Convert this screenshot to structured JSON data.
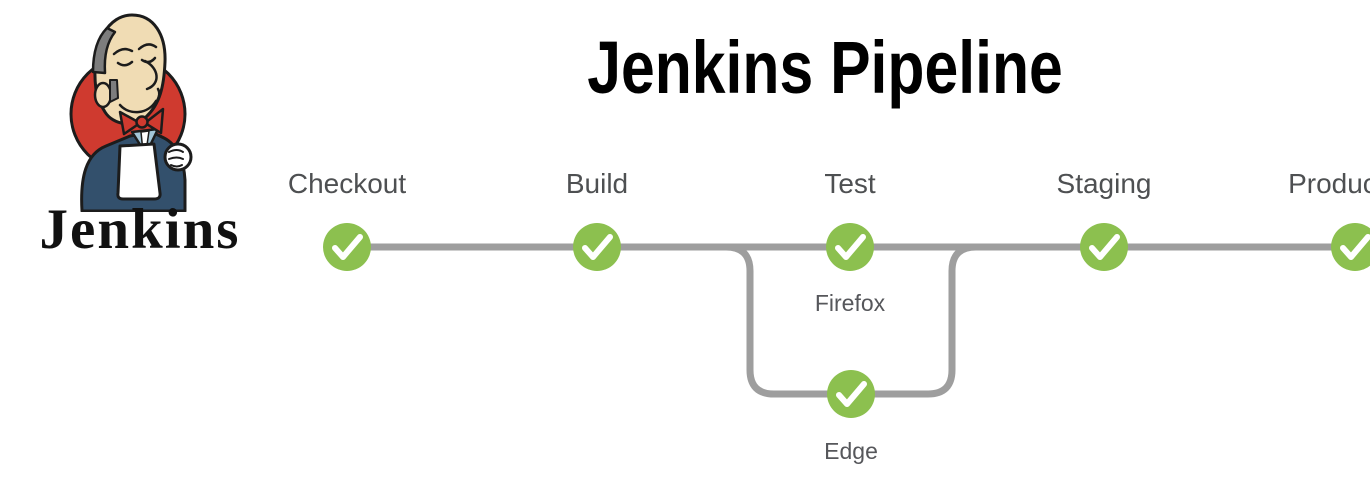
{
  "header": {
    "logo_wordmark": "Jenkins",
    "title": "Jenkins Pipeline"
  },
  "pipeline": {
    "stages": [
      {
        "label": "Checkout",
        "status": "success"
      },
      {
        "label": "Build",
        "status": "success"
      },
      {
        "label": "Test",
        "status": "success"
      },
      {
        "label": "Staging",
        "status": "success"
      },
      {
        "label": "Production",
        "status": "success"
      }
    ],
    "test_parallel_branches": [
      {
        "label": "Firefox",
        "status": "success"
      },
      {
        "label": "Edge",
        "status": "success"
      }
    ],
    "colors": {
      "success_green": "#8CC04F",
      "connector_gray": "#9E9E9E",
      "stage_label_gray": "#4E5052",
      "branch_label_gray": "#56575B",
      "checkmark": "#FFFFFF",
      "logo_red": "#CF3A2F",
      "logo_suit_navy": "#33506C",
      "title_black": "#000000"
    }
  }
}
